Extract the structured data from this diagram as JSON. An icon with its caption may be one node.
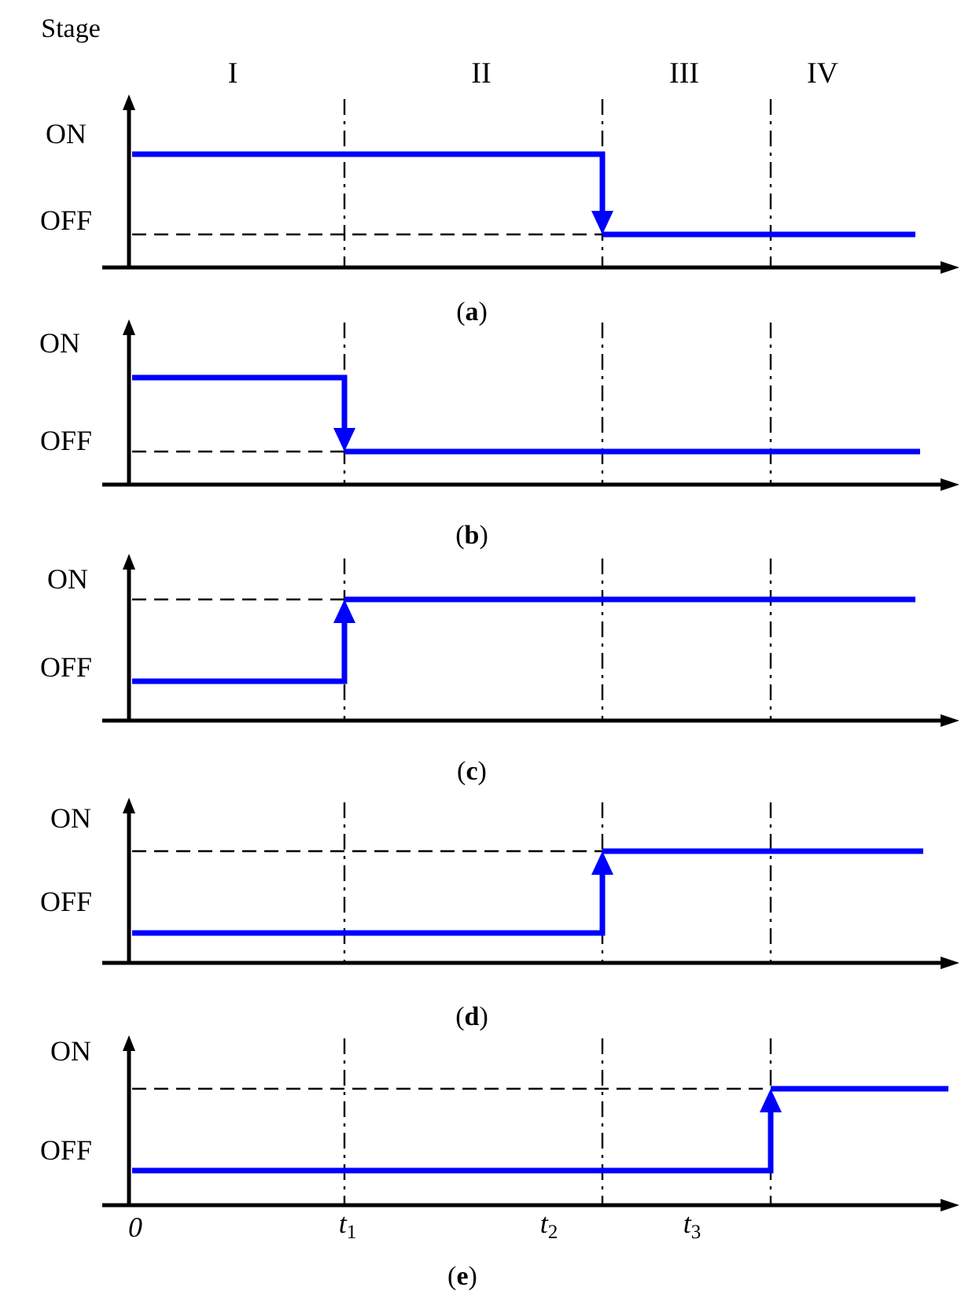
{
  "diagram": {
    "labels": [
      "Stage",
      "I",
      "II",
      "III",
      "IV",
      "ON",
      "OFF",
      "(**a**)",
      "ON",
      "OFF",
      "(**b**)",
      "ON",
      "OFF",
      "(**c**)",
      "ON",
      "OFF",
      "(**d**)",
      "ON",
      "OFF",
      "*0*",
      "*t*$_{1}$",
      "*t*$_{2}$",
      "*t*$_{3}$",
      "(**e**)"
    ]
  }
}
